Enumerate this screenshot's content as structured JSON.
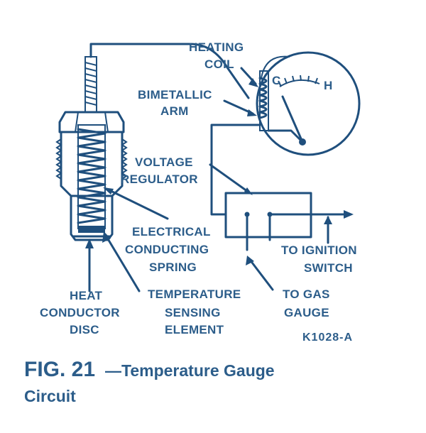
{
  "labels": {
    "heating_coil_1": "HEATING",
    "heating_coil_2": "COIL",
    "bimetallic_1": "BIMETALLIC",
    "bimetallic_2": "ARM",
    "voltage_1": "VOLTAGE",
    "voltage_2": "REGULATOR",
    "spring_1": "ELECTRICAL",
    "spring_2": "CONDUCTING",
    "spring_3": "SPRING",
    "ignition_1": "TO  IGNITION",
    "ignition_2": "SWITCH",
    "gas_1": "TO  GAS",
    "gas_2": "GAUGE",
    "disc_1": "HEAT",
    "disc_2": "CONDUCTOR",
    "disc_3": "DISC",
    "element_1": "TEMPERATURE",
    "element_2": "SENSING",
    "element_3": "ELEMENT",
    "gauge_cold": "C",
    "gauge_hot": "H"
  },
  "figure_code": "K1028-A",
  "caption": {
    "fig_number": "FIG. 21",
    "title_line1": "—Temperature Gauge",
    "title_line2": "Circuit"
  },
  "colors": {
    "ink": "#1f4f7d",
    "text": "#2c5d8a",
    "background": "#ffffff"
  }
}
